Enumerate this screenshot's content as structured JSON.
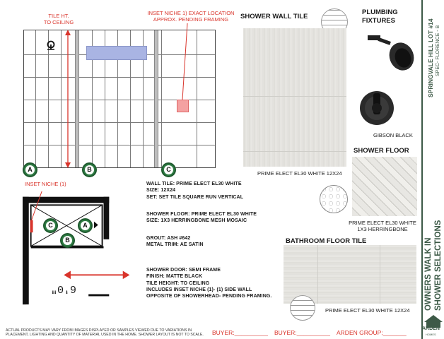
{
  "elevation": {
    "tile_height_label": "TILE HT.\nTO CEILING",
    "niche_note": "INSET NICHE 1) EXACT LOCATION\nAPPROX. PENDING FRAMING",
    "markers": [
      "A",
      "B",
      "C"
    ]
  },
  "plan": {
    "inset_niche_label": "INSET NICHE (1)",
    "markers": [
      "C",
      "A",
      "B"
    ],
    "dimension": "6'0\""
  },
  "specs": {
    "wall": [
      "WALL TILE: PRIME ELECT EL30 WHITE",
      "SIZE: 12X24",
      "SET: SET TILE SQUARE RUN VERTICAL"
    ],
    "floor": [
      "SHOWER FLOOR: PRIME ELECT EL30 WHITE",
      "SIZE: 1X3 HERRINGBONE MESH MOSAIC"
    ],
    "grout": [
      "GROUT: ASH #642",
      "METAL TRIM: AE SATIN"
    ],
    "door": [
      "SHOWER DOOR: SEMI FRAME",
      "FINISH: MATTE BLACK",
      "TILE HEIGHT: TO CEILING",
      "INCLUDES INSET NICHE (1)- (1) SIDE WALL",
      "OPPOSITE OF SHOWERHEAD- PENDING FRAMING."
    ]
  },
  "samples": {
    "shower_wall_title": "SHOWER WALL TILE",
    "shower_wall_caption": "PRIME ELECT EL30 WHITE 12X24",
    "plumbing_title": "PLUMBING\nFIXTURES",
    "plumbing_caption": "GIBSON BLACK",
    "shower_floor_title": "SHOWER FLOOR",
    "shower_floor_caption": "PRIME ELECT EL30 WHITE\n1X3 HERRINGBONE",
    "bath_floor_title": "BATHROOM FLOOR TILE",
    "bath_floor_caption": "PRIME ELECT EL30 WHITE 12X24"
  },
  "side": {
    "project": "SPRINGVALE HILL LOT #14",
    "spec": "SPEC- FLORENCE - B",
    "title_line1": "OWNERS WALK IN",
    "title_line2": "SHOWER SELECTIONS",
    "logo": "ARDEN",
    "logo_sub": "HOMES"
  },
  "footer": {
    "disclaimer": "ACTUAL PRODUCTS MAY VARY FROM IMAGES DISPLAYED OR SAMPLES VIEWED DUE TO VARIATIONS IN PLACEMENT, LIGHTING AND QUANTITY OF MATERIAL USED IN THE HOME. SHOWER LAYOUT IS NOT TO SCALE.",
    "buyer1": "BUYER:__________",
    "buyer2": "BUYER:__________",
    "arden_group": "ARDEN GROUP:_______"
  },
  "colors": {
    "accent_red": "#d9342b",
    "brand_green": "#3d5a47",
    "marker_green": "#2f7d44"
  }
}
